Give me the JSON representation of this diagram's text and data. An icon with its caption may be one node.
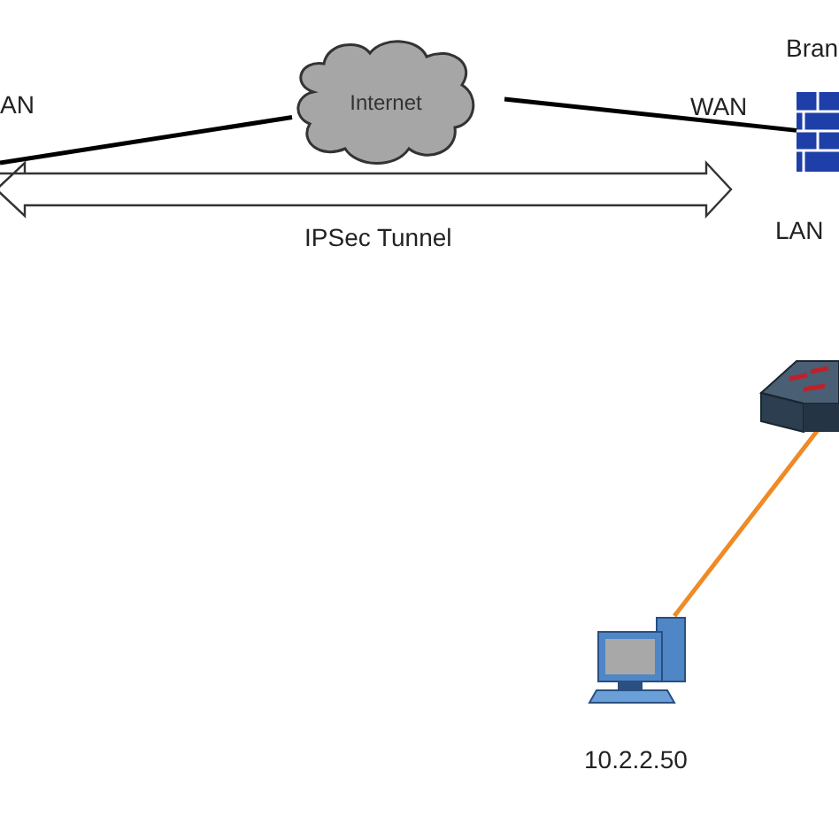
{
  "diagram": {
    "nodes": [
      {
        "text": [
          "Internet"
        ]
      },
      {
        "text": [],
        "shape": "picture",
        "beside": [
          "Bran"
        ]
      },
      {
        "text": [],
        "shape": "picture"
      },
      {
        "text": [],
        "shape": "picture",
        "beside": [
          "10.2.2.50"
        ]
      }
    ],
    "edges": [
      {
        "from": null,
        "to": 0,
        "arrow": "none"
      },
      {
        "from": 0,
        "to": 1,
        "arrow": "none"
      },
      {
        "from": 2,
        "to": 3,
        "arrow": "none",
        "color": "#f08a24"
      }
    ],
    "labels": [
      "AN",
      "WAN",
      "LAN",
      "IPSec Tunnel"
    ]
  }
}
